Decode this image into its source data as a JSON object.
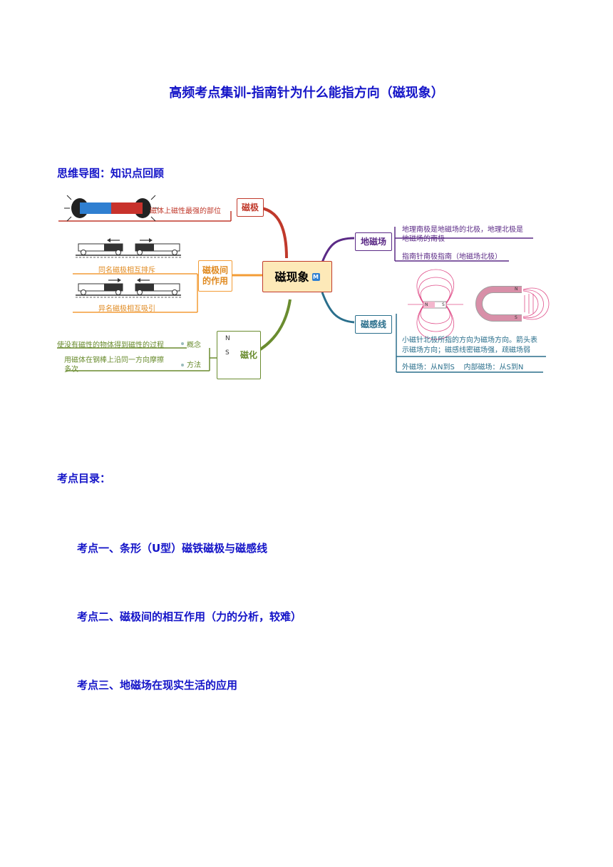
{
  "title": "高频考点集训-指南针为什么能指方向（磁现象）",
  "mindmap_heading": "思维导图：知识点回顾",
  "mindmap": {
    "center": "磁现象",
    "center_badge": "M",
    "branches": {
      "magnetic_pole": {
        "label": "磁极",
        "note": "磁体上磁性最强的部位"
      },
      "pole_interaction": {
        "label_line1": "磁极间",
        "label_line2": "的作用",
        "repel": "同名磁极相互排斥",
        "attract": "异名磁极相互吸引"
      },
      "magnetization": {
        "label": "磁化",
        "concept_label": "概念",
        "concept": "使没有磁性的物体得到磁性的过程",
        "method_label": "方法",
        "method_line1": "用磁体在钢棒上沿同一方向摩擦",
        "method_line2": "多次",
        "magnet_n": "N",
        "magnet_s": "S"
      },
      "earth_field": {
        "label": "地磁场",
        "note1_line1": "地理南极是地磁场的北极，地理北极是",
        "note1_line2": "地磁场的南极",
        "note2": "指南针南极指南（地磁场北极）"
      },
      "field_lines": {
        "label": "磁感线",
        "bar_n": "N",
        "bar_s": "S",
        "u_n": "N",
        "u_s": "S",
        "note1_line1": "小磁针北极所指的方向为磁场方向。箭头表",
        "note1_line2": "示磁场方向；磁感线密磁场强，疏磁场弱",
        "note2": "外磁场：从N到S    内部磁场：从S到N"
      }
    }
  },
  "toc_heading": "考点目录：",
  "toc": [
    "考点一、条形（U型）磁铁磁极与磁感线",
    "考点二、磁极间的相互作用（力的分析，较难）",
    "考点三、地磁场在现实生活的应用"
  ],
  "colors": {
    "heading_blue": "#1414c8",
    "pole_red": "#c0392b",
    "interaction_orange": "#f39c36",
    "magnetization_green": "#6a8c2f",
    "earth_purple": "#5b2a86",
    "field_teal": "#2a6f8c",
    "center_fill": "#fde9b8",
    "magnet_blue": "#2f7fd1",
    "magnet_red": "#c8322c",
    "field_pink": "#e0508a"
  }
}
